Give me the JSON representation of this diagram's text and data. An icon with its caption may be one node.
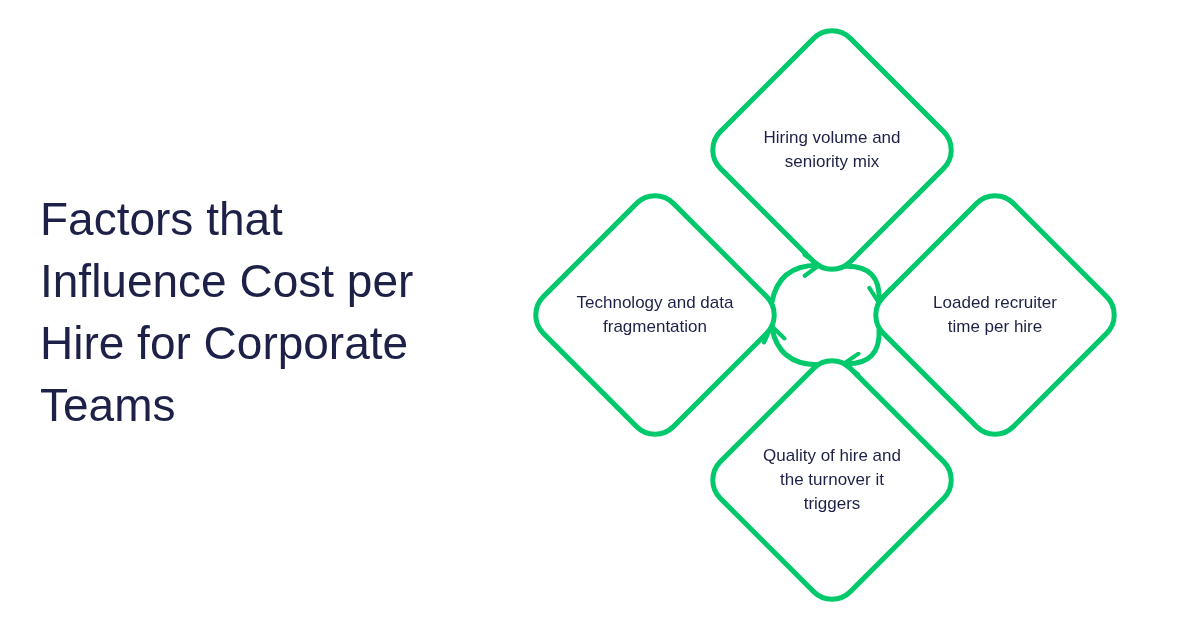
{
  "diagram": {
    "title": "Factors that Influence Cost per Hire for Corporate Teams",
    "nodes": [
      {
        "text": [
          "Hiring volume and seniority mix"
        ]
      },
      {
        "text": [
          "Technology and data fragmentation"
        ]
      },
      {
        "text": [
          "Loaded recruiter time per hire"
        ]
      },
      {
        "text": [
          "Quality of hire and the turnover it triggers"
        ]
      }
    ],
    "edges": [
      {
        "from": 1,
        "to": 0,
        "arrow": "to"
      },
      {
        "from": 0,
        "to": 2,
        "arrow": "to"
      },
      {
        "from": 2,
        "to": 3,
        "arrow": "to"
      },
      {
        "from": 3,
        "to": 1,
        "arrow": "to"
      }
    ]
  }
}
